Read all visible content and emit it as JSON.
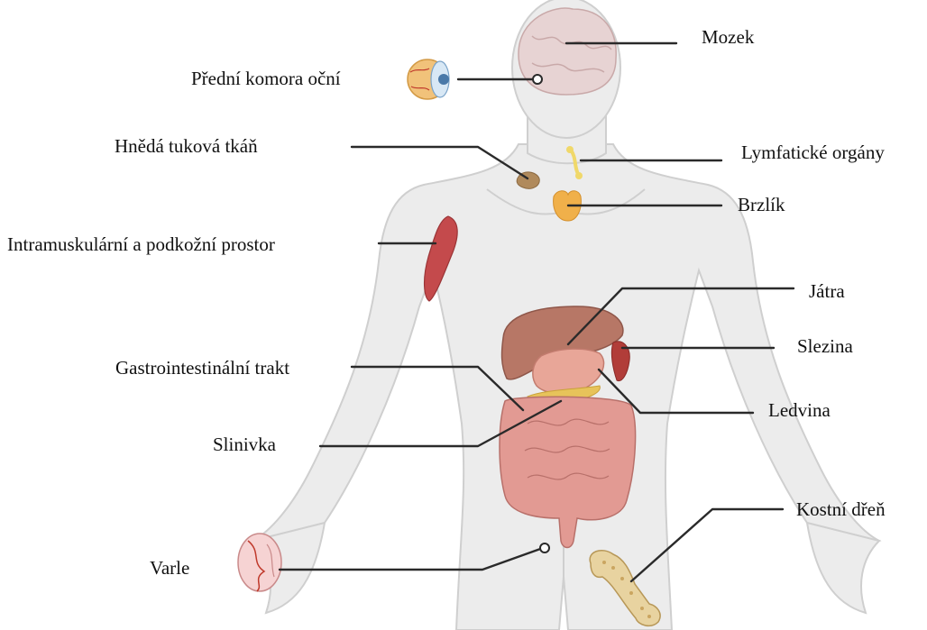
{
  "colors": {
    "skin": "#ececec",
    "outline": "#cfcfcf",
    "brain": "#e7d3d3",
    "liver": "#b77766",
    "stomach": "#e8a698",
    "intestine": "#e29a93",
    "spleen": "#b13d39",
    "pancreas": "#e7c35a",
    "thymus": "#f0b04a",
    "lymph": "#f0d86a",
    "brown_fat": "#b08a5c",
    "muscle": "#c44a4c",
    "bone": "#e8d3a0",
    "leader": "#2a2a2a"
  },
  "labels": {
    "mozek": "Mozek",
    "predni_komora": "Přední komora oční",
    "hneda_tukova": "Hnědá tuková tkáň",
    "lymfaticke": "Lymfatické orgány",
    "brzlik": "Brzlík",
    "intramuskularni": "Intramuskulární a podkožní prostor",
    "jatra": "Játra",
    "slezina": "Slezina",
    "gastro": "Gastrointestinální trakt",
    "ledvina": "Ledvina",
    "slinivka": "Slinivka",
    "kostni_dren": "Kostní dřeň",
    "varle": "Varle"
  },
  "icons": [
    "eye-icon",
    "testis-icon",
    "bone-icon",
    "muscle-icon"
  ]
}
